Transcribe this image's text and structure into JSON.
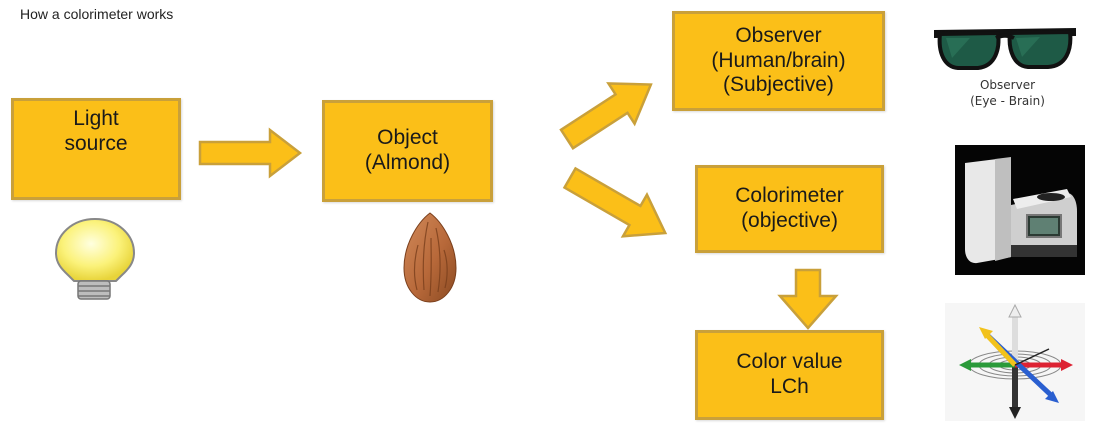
{
  "caption": "How a colorimeter works",
  "boxes": {
    "light_source": [
      "Light",
      "source"
    ],
    "object": [
      "Object",
      "(Almond)"
    ],
    "observer": [
      "Observer",
      "(Human/brain)",
      "(Subjective)"
    ],
    "colorimeter": [
      "Colorimeter",
      "(objective)"
    ],
    "color_value": [
      "Color value",
      "LCh"
    ]
  },
  "observer_image_label": [
    "Observer",
    "(Eye - Brain)"
  ],
  "colors": {
    "box_fill": "#FBBF18",
    "box_border": "#C9A03A",
    "arrow_stroke": "#C9A03A"
  }
}
